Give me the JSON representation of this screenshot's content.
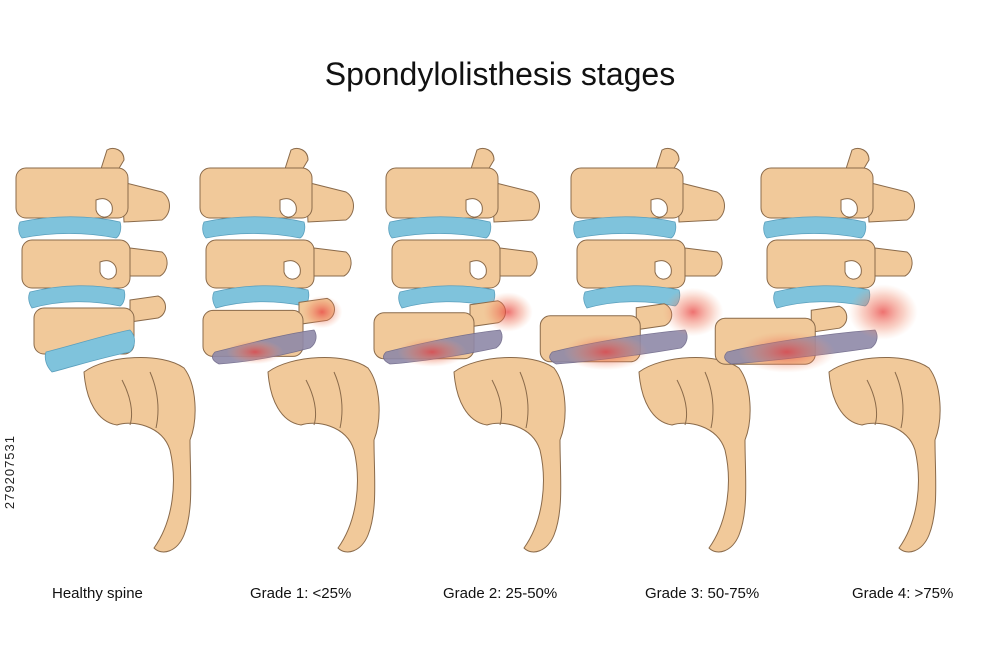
{
  "title": "Spondylolisthesis stages",
  "stock_id": "279207531",
  "stages": [
    {
      "label": "Healthy spine",
      "slip": 0
    },
    {
      "label": "Grade 1: <25%",
      "slip": 0.2
    },
    {
      "label": "Grade 2: 25-50%",
      "slip": 0.4
    },
    {
      "label": "Grade 3: 50-75%",
      "slip": 0.65
    },
    {
      "label": "Grade 4: >75%",
      "slip": 0.85
    }
  ],
  "colors": {
    "bone": "#f1c99a",
    "outline": "#8a6a4a",
    "disc": "#7fc3dc",
    "compressed_disc": "#8f89a8",
    "inflammation": "#e8413f"
  }
}
